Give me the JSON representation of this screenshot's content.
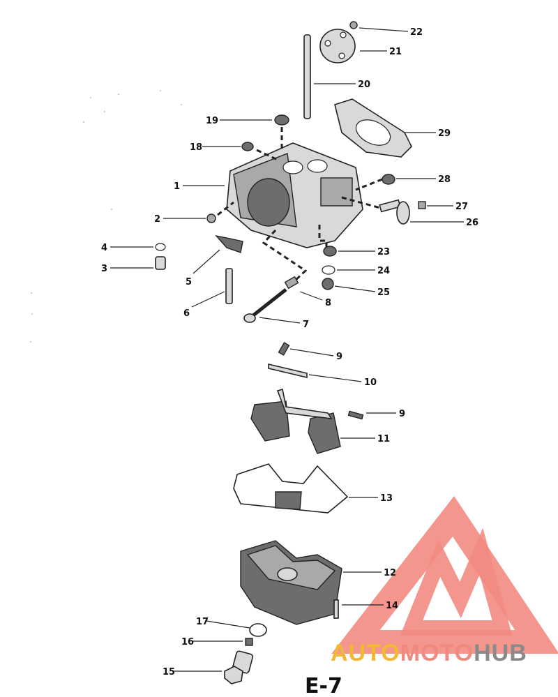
{
  "diagram": {
    "page_label": "E-7",
    "callouts": [
      {
        "id": "c1",
        "num": "1"
      },
      {
        "id": "c2",
        "num": "2"
      },
      {
        "id": "c3",
        "num": "3"
      },
      {
        "id": "c4",
        "num": "4"
      },
      {
        "id": "c5",
        "num": "5"
      },
      {
        "id": "c6",
        "num": "6"
      },
      {
        "id": "c7",
        "num": "7"
      },
      {
        "id": "c8",
        "num": "8"
      },
      {
        "id": "c9a",
        "num": "9"
      },
      {
        "id": "c9b",
        "num": "9"
      },
      {
        "id": "c10",
        "num": "10"
      },
      {
        "id": "c11",
        "num": "11"
      },
      {
        "id": "c12",
        "num": "12"
      },
      {
        "id": "c13",
        "num": "13"
      },
      {
        "id": "c14",
        "num": "14"
      },
      {
        "id": "c15",
        "num": "15"
      },
      {
        "id": "c16",
        "num": "16"
      },
      {
        "id": "c17",
        "num": "17"
      },
      {
        "id": "c18",
        "num": "18"
      },
      {
        "id": "c19",
        "num": "19"
      },
      {
        "id": "c20",
        "num": "20"
      },
      {
        "id": "c21",
        "num": "21"
      },
      {
        "id": "c22",
        "num": "22"
      },
      {
        "id": "c23",
        "num": "23"
      },
      {
        "id": "c24",
        "num": "24"
      },
      {
        "id": "c25",
        "num": "25"
      },
      {
        "id": "c26",
        "num": "26"
      },
      {
        "id": "c27",
        "num": "27"
      },
      {
        "id": "c28",
        "num": "28"
      },
      {
        "id": "c29",
        "num": "29"
      }
    ]
  },
  "watermark": {
    "word_part1": "AUTO",
    "word_part2": "MOTO",
    "word_part3": "HUB",
    "color_part1": "#f2b833",
    "color_part2": "#f08a7e",
    "color_part3": "#8a8a8a",
    "logo_color": "#f28b82"
  }
}
